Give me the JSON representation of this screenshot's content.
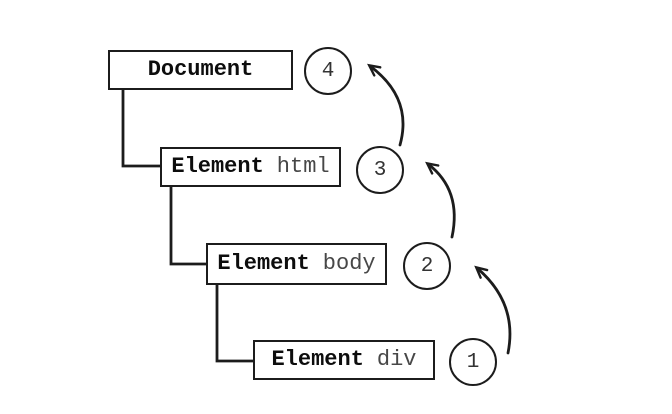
{
  "diagram": {
    "background": "#ffffff",
    "stroke_color": "#1c1c1c",
    "tag_text_color": "#474747",
    "nodes": [
      {
        "name": "Document",
        "tag": "",
        "step": "4"
      },
      {
        "name": "Element",
        "tag": "html",
        "step": "3"
      },
      {
        "name": "Element",
        "tag": "body",
        "step": "2"
      },
      {
        "name": "Element",
        "tag": "div",
        "step": "1"
      }
    ]
  }
}
